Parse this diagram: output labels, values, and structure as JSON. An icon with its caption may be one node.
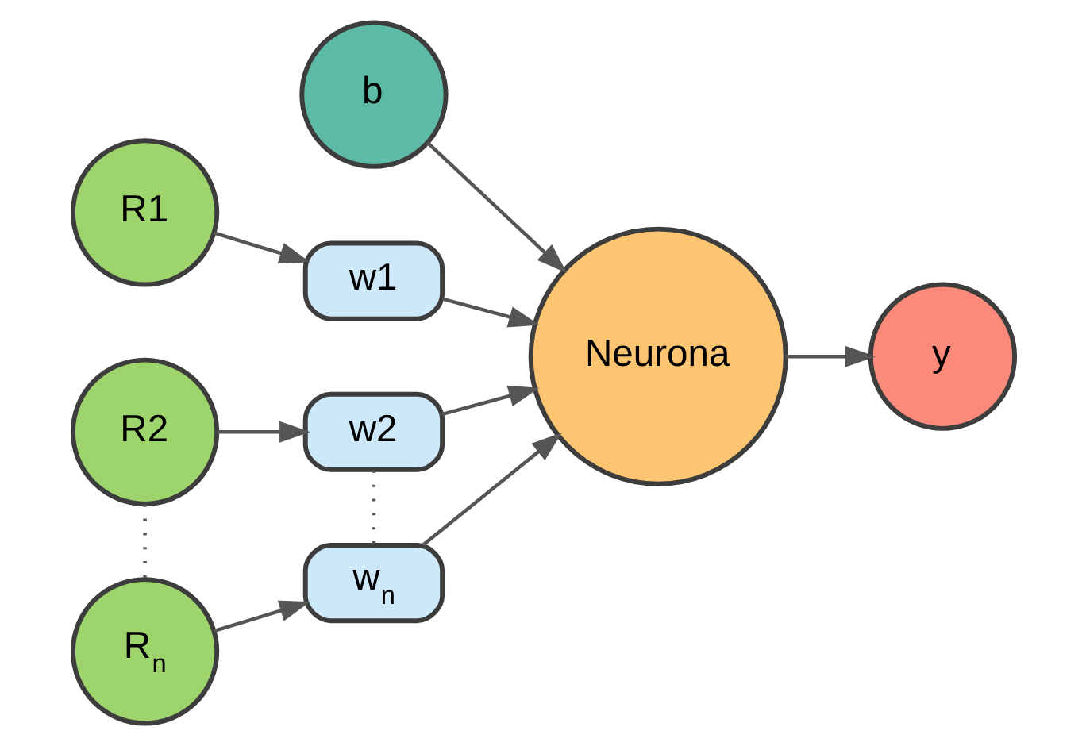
{
  "diagram": {
    "nodes": [
      {
        "text": [
          "b"
        ]
      },
      {
        "text": [
          "R1"
        ]
      },
      {
        "text": [
          "w1"
        ]
      },
      {
        "text": [
          "R2"
        ]
      },
      {
        "text": [
          "w2"
        ]
      },
      {
        "text": [
          "R$_{n}$"
        ]
      },
      {
        "text": [
          "w$_{n}$"
        ]
      },
      {
        "text": [
          "Neurona"
        ]
      },
      {
        "text": [
          "y"
        ]
      }
    ],
    "edges": [
      {
        "from": 0,
        "to": 7,
        "arrow": "to"
      },
      {
        "from": 1,
        "to": 2,
        "arrow": "to"
      },
      {
        "from": 2,
        "to": 7,
        "arrow": "to"
      },
      {
        "from": 3,
        "to": 4,
        "arrow": "to"
      },
      {
        "from": 4,
        "to": 7,
        "arrow": "to"
      },
      {
        "from": 3,
        "to": 5,
        "arrow": "none",
        "style": "dashed"
      },
      {
        "from": 4,
        "to": 6,
        "arrow": "none",
        "style": "dashed"
      },
      {
        "from": 5,
        "to": 6,
        "arrow": "to"
      },
      {
        "from": 6,
        "to": 7,
        "arrow": "to"
      },
      {
        "from": 7,
        "to": 8,
        "arrow": "to"
      }
    ]
  }
}
